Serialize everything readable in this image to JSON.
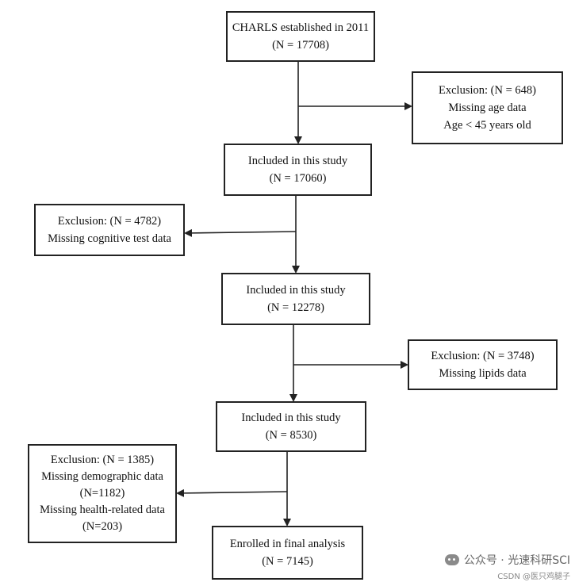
{
  "flowchart": {
    "start": {
      "line1": "CHARLS established in 2011",
      "line2": "(N = 17708)"
    },
    "exclusion1": {
      "line1": "Exclusion: (N = 648)",
      "line2": "Missing age data",
      "line3": "Age < 45 years old"
    },
    "included1": {
      "line1": "Included in this study",
      "line2": "(N = 17060)"
    },
    "exclusion2": {
      "line1": "Exclusion: (N = 4782)",
      "line2": "Missing cognitive test data"
    },
    "included2": {
      "line1": "Included in this study",
      "line2": "(N = 12278)"
    },
    "exclusion3": {
      "line1": "Exclusion: (N = 3748)",
      "line2": "Missing lipids data"
    },
    "included3": {
      "line1": "Included in this study",
      "line2": "(N = 8530)"
    },
    "exclusion4": {
      "line1": "Exclusion: (N = 1385)",
      "line2": "Missing demographic data",
      "line3": "(N=1182)",
      "line4": "Missing health-related data",
      "line5": "(N=203)"
    },
    "final": {
      "line1": "Enrolled in final analysis",
      "line2": "(N = 7145)"
    }
  },
  "watermark": {
    "main": "公众号 · 光速科研SCI",
    "sub": "CSDN @医只鸡腿子"
  }
}
